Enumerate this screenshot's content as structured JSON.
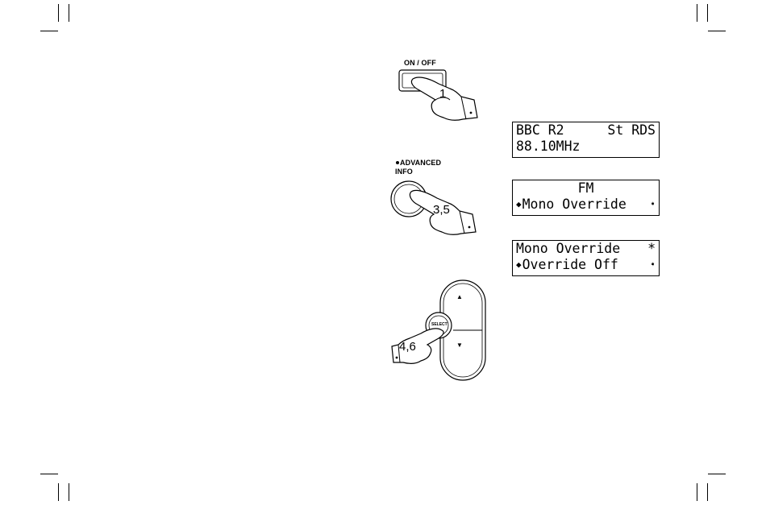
{
  "labels": {
    "on_off": "ON / OFF",
    "advanced_line1": "ADVANCED",
    "advanced_line2": "INFO",
    "select": "SELECT"
  },
  "step_numbers": {
    "power": "1",
    "info": "3,5",
    "select": "4,6"
  },
  "displays": [
    {
      "line1_left": "BBC R2",
      "line1_right": "St RDS",
      "line2": "88.10MHz"
    },
    {
      "line1": "FM",
      "line2": "Mono Override"
    },
    {
      "line1_left": "Mono Override",
      "line1_right": "*",
      "line2": "Override Off"
    }
  ],
  "icons": {
    "prev_arrow": "◆",
    "next_arrow": "➧",
    "up": "▲",
    "down": "▼"
  }
}
